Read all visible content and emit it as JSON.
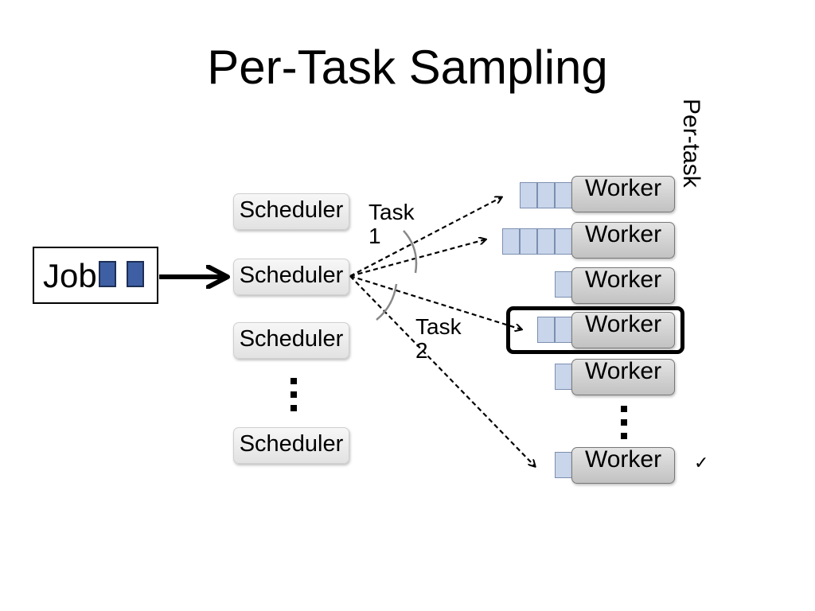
{
  "title": "Per-Task Sampling",
  "job": {
    "label": "Job"
  },
  "schedulers": [
    "Scheduler",
    "Scheduler",
    "Scheduler",
    "Scheduler"
  ],
  "workers": [
    "Worker",
    "Worker",
    "Worker",
    "Worker",
    "Worker",
    "Worker"
  ],
  "worker_queue_lengths": [
    3,
    4,
    1,
    2,
    1,
    1
  ],
  "task_labels": [
    "Task 1",
    "Task 2"
  ],
  "side_label": "Per-task",
  "check_mark": "✓",
  "colors": {
    "task_fill": "#3e5fa3",
    "queue_fill": "#c9d5ea"
  }
}
